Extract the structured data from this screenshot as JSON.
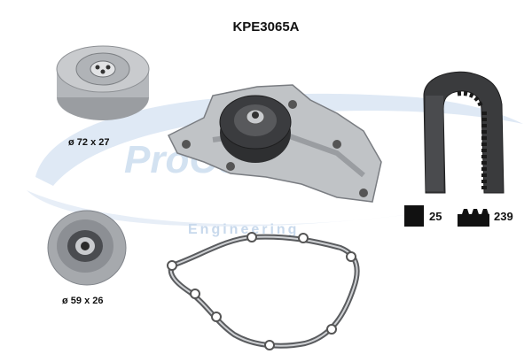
{
  "product": {
    "code": "KPE3065A"
  },
  "watermark": {
    "brand": "ProCodis",
    "sub": "Engineering"
  },
  "tensioner_large": {
    "size": "ø 72 x 27"
  },
  "idler_small": {
    "size": "ø 59 x 26"
  },
  "belt": {
    "width": "25",
    "teeth": "239"
  },
  "icons": {
    "width": "belt-width-icon",
    "teeth": "belt-teeth-icon"
  },
  "colors": {
    "watermark_blue": "#c8d9ec",
    "watermark_red": "#f0b8b8",
    "metal": "#a9acb0",
    "dark": "#2a2a2a",
    "text": "#111111"
  }
}
